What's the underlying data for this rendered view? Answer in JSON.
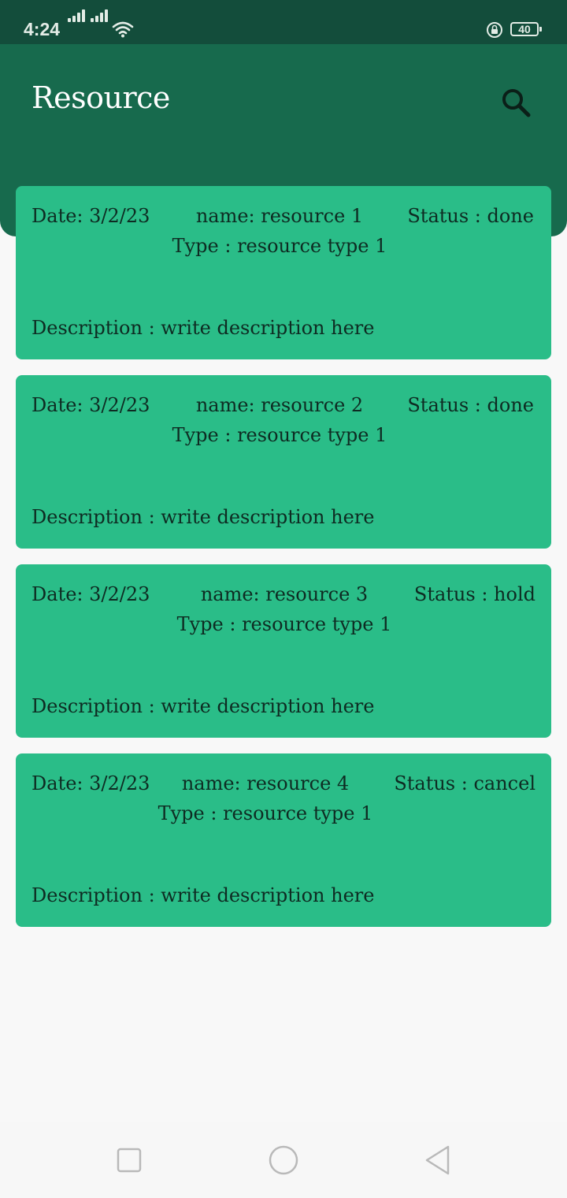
{
  "status_bar": {
    "time": "4:24",
    "battery_level": "40"
  },
  "app_bar": {
    "title": "Resource"
  },
  "resources": [
    {
      "date": "Date: 3/2/23",
      "name": "name: resource 1",
      "status": "Status : done",
      "type": "Type : resource type 1",
      "description": "Description : write description here"
    },
    {
      "date": "Date: 3/2/23",
      "name": "name: resource 2",
      "status": "Status : done",
      "type": "Type : resource type 1",
      "description": "Description : write description here"
    },
    {
      "date": "Date: 3/2/23",
      "name": "name: resource 3",
      "status": "Status : hold",
      "type": "Type : resource type 1",
      "description": "Description : write description here"
    },
    {
      "date": "Date: 3/2/23",
      "name": "name: resource 4",
      "status": "Status : cancel",
      "type": "Type : resource type 1",
      "description": "Description : write description here"
    }
  ],
  "icons": {
    "search": "search-icon",
    "recents": "square-icon",
    "home": "circle-icon",
    "back": "triangle-back-icon"
  },
  "colors": {
    "status_bar": "#134d3b",
    "app_bar": "#176a4d",
    "card": "#2abd88",
    "background": "#f8f8f8"
  }
}
